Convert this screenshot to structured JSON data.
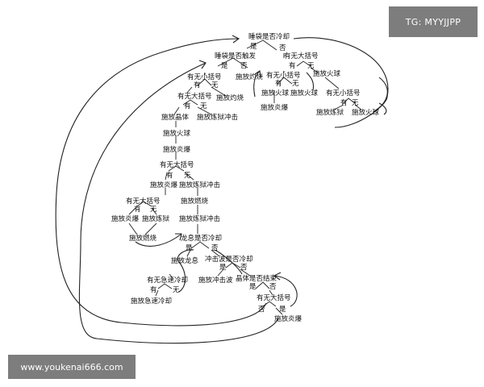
{
  "badge": {
    "text": "TG: MYYJJPP",
    "bg": "#7d7d7d"
  },
  "watermark": {
    "text": "www.youkenai666.com",
    "bg": "#7d7d7d"
  },
  "labels": {
    "n_shuidai_cool": "睡袋是否冷却",
    "yes1": "是",
    "no1": "否",
    "n_shuidai_trig": "睡袋是否触发",
    "yes2": "是",
    "no2": "否",
    "n_burn1": "施放灼烧",
    "n_big1": "有无大括号",
    "yes3": "有",
    "no3": "无",
    "n_small1": "有无小括号",
    "yes4": "有",
    "no4": "无",
    "n_fireball1": "施放火球",
    "n_fireball2": "施放火球",
    "n_fireball3": "施放火球",
    "n_flame1": "施放炎爆",
    "n_small2": "有无小括号",
    "yes5": "有",
    "no5": "无",
    "n_hellfire1": "施放炼狱",
    "n_fireball4": "施放火球",
    "n_small3": "有无小括号",
    "yes6": "有",
    "no6": "无",
    "n_big2": "有无大括号",
    "yes7": "有",
    "no7": "无",
    "n_burn2": "施放灼烧",
    "n_crystal": "施放晶体",
    "n_hellstrike1": "施放炼狱冲击",
    "n_fireball5": "施放火球",
    "n_flame2": "施放炎爆",
    "n_big3": "有无大括号",
    "yes8": "有",
    "no8": "无",
    "n_flame3": "施放炎爆",
    "n_hellstrike2": "施放炼狱冲击",
    "n_big4": "有无大括号",
    "yes9": "有",
    "no9": "无",
    "n_ignite": "施放燃烧",
    "n_flame4": "施放炎爆",
    "n_hellfire2": "施放炼狱",
    "n_hellstrike3": "施放炼狱冲击",
    "n_ignite2": "施放燃烧",
    "n_dragon_cool": "龙息是否冷却",
    "yes10": "是",
    "no10": "否",
    "n_dragon": "施放龙息",
    "n_shockwave_cool": "冲击波是否冷却",
    "yes11": "是",
    "no11": "否",
    "n_rapid_cool": "有无急速冷却",
    "yes12": "有",
    "no12": "无",
    "n_shockwave": "施放冲击波",
    "n_crystal_end": "晶体是否结束",
    "yes13": "是",
    "no13": "否",
    "n_rapid": "施放急速冷却",
    "n_big5": "有无大括号",
    "no14": "否",
    "yes14": "是",
    "n_flame5": "施放炎爆"
  }
}
